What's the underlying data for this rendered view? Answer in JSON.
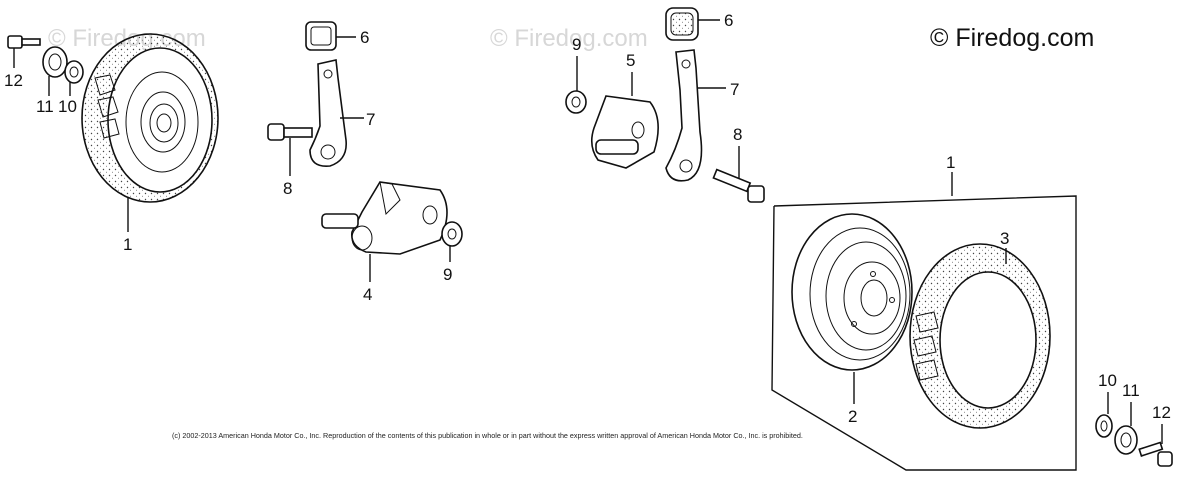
{
  "watermarks": [
    "© Firedog.com",
    "© Firedog.com"
  ],
  "brand": "© Firedog.com",
  "copyright": "(c) 2002-2013 American Honda Motor Co., Inc. Reproduction of the contents of this publication in whole or in part without the express written approval of American Honda Motor Co., Inc. is prohibited.",
  "callouts": {
    "left_bolt": "12",
    "left_bearing": "11",
    "left_washer": "10",
    "left_wheel": "1",
    "left_cap": "6",
    "left_lever": "7",
    "left_bolt_8": "8",
    "left_bracket": "4",
    "left_washer_9": "9",
    "right_washer_9": "9",
    "right_bracket": "5",
    "right_cap": "6",
    "right_lever": "7",
    "right_bolt_8": "8",
    "wheel_assembly": "1",
    "rim": "2",
    "tire": "3",
    "right_washer": "10",
    "right_bearing": "11",
    "right_bolt": "12"
  }
}
